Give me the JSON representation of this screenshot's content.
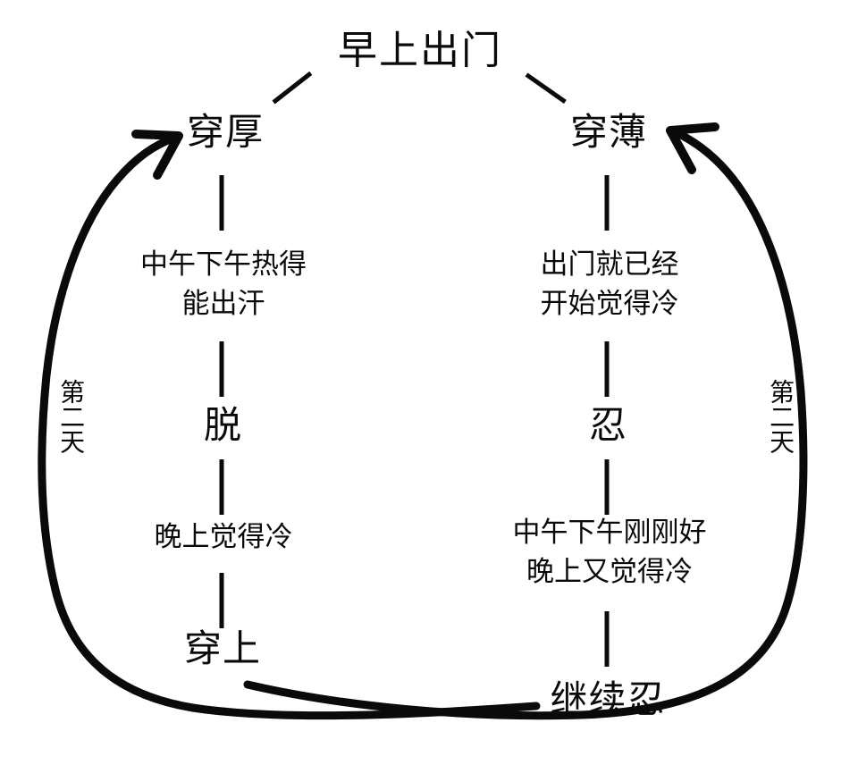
{
  "diagram": {
    "title_node": "早上出门",
    "branches": {
      "left": {
        "choice": "穿厚",
        "consequence": "中午下午热得\n能出汗",
        "consequence_line1": "中午下午热得",
        "consequence_line2": "能出汗",
        "action": "脱",
        "result": "晚上觉得冷",
        "final": "穿上",
        "loop_label": "第二天"
      },
      "right": {
        "choice": "穿薄",
        "consequence_line1": "出门就已经",
        "consequence_line2": "开始觉得冷",
        "action": "忍",
        "result_line1": "中午下午刚刚好",
        "result_line2": "晚上又觉得冷",
        "final": "继续忍",
        "loop_label": "第二天"
      }
    },
    "style": {
      "ink_color": "#0a0a0a",
      "background_color": "#ffffff",
      "stroke_width": 9
    }
  }
}
